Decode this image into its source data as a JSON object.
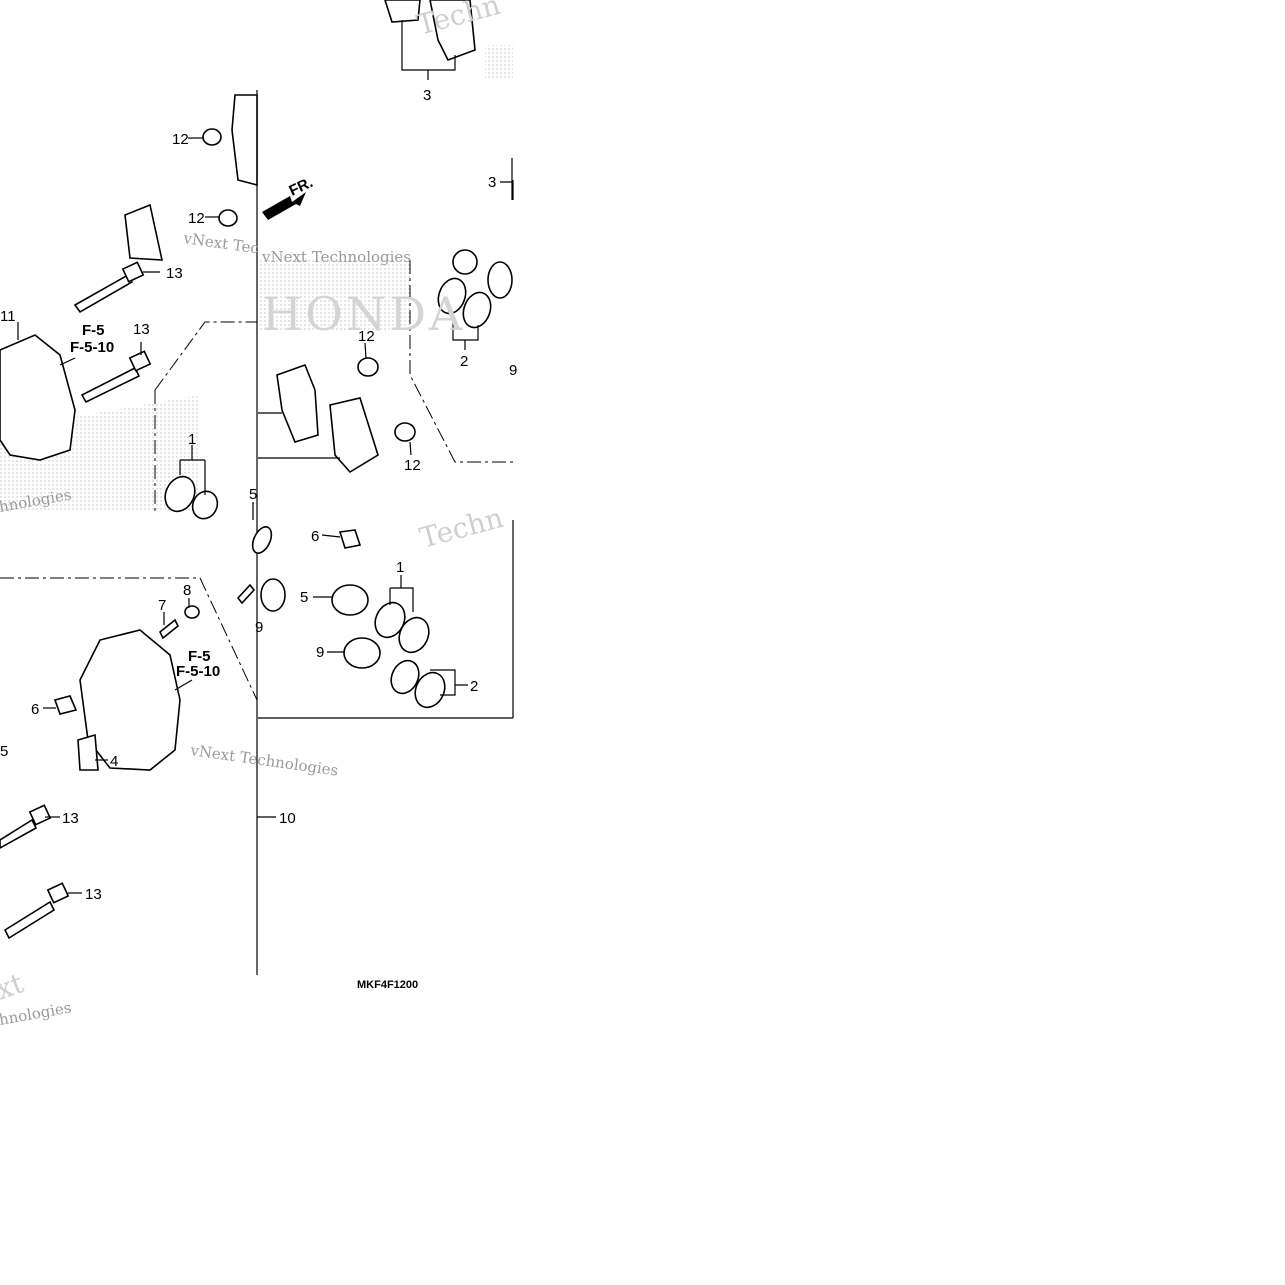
{
  "diagram": {
    "drawing_code": "MKF4F1200",
    "direction_label": "FR.",
    "brand_watermark": "HONDA",
    "watermarks": [
      "Techn",
      "vNext Tec",
      "vNext Technologies",
      "hnologies",
      "Techn",
      "vNext Technologies",
      "xt",
      "hnologies"
    ],
    "reference_labels": [
      "F-5",
      "F-5-10",
      "F-5",
      "F-5-10"
    ],
    "callouts": [
      "3",
      "12",
      "3",
      "12",
      "13",
      "11",
      "13",
      "12",
      "2",
      "9",
      "1",
      "12",
      "5",
      "6",
      "8",
      "7",
      "1",
      "5",
      "9",
      "9",
      "6",
      "2",
      "4",
      "5",
      "13",
      "10",
      "13"
    ]
  },
  "colors": {
    "line": "#000000",
    "watermark": "#9a9a9a",
    "background": "#ffffff"
  }
}
